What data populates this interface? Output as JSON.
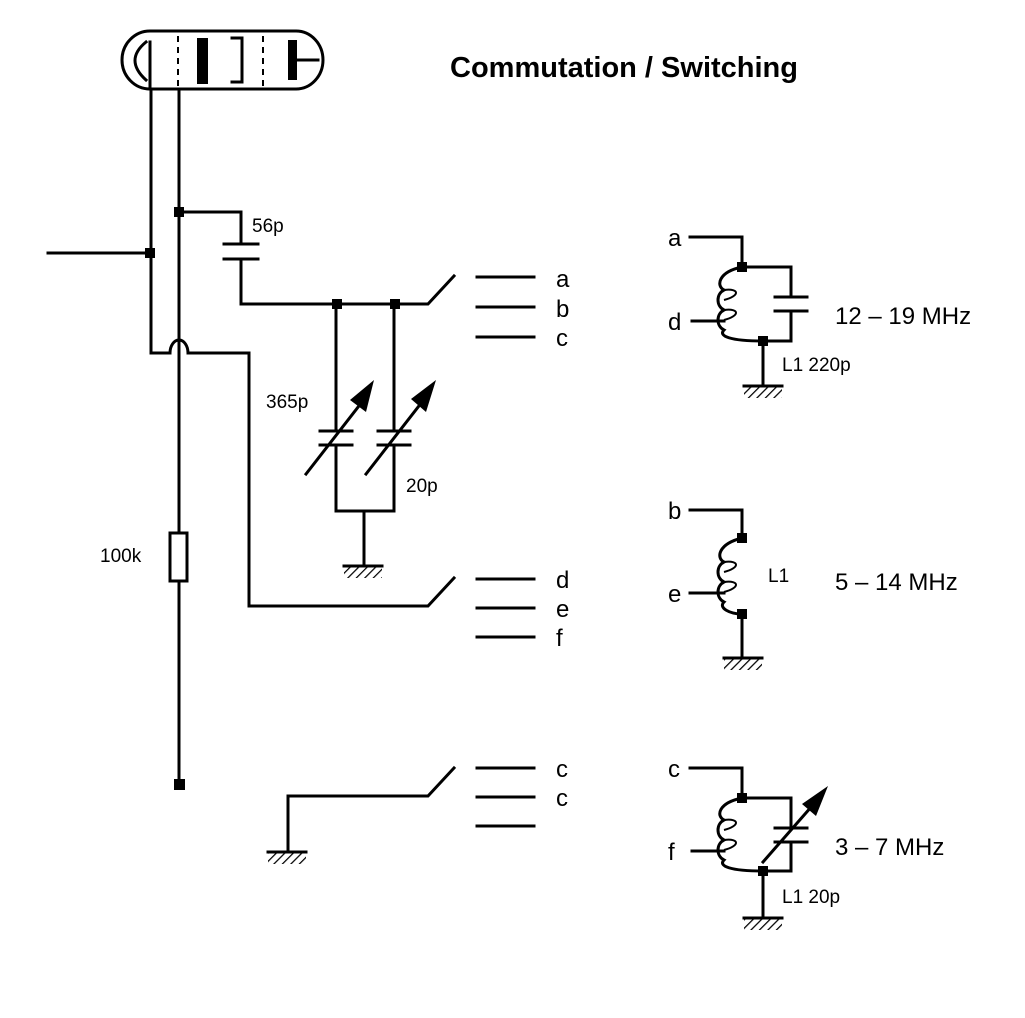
{
  "title": "Commutation / Switching",
  "components": {
    "coupling_cap": "56p",
    "tuning_cap_main": "365p",
    "tuning_cap_trim": "20p",
    "resistor": "100k"
  },
  "switch_contacts": {
    "group1": [
      "a",
      "b",
      "c"
    ],
    "group2": [
      "d",
      "e",
      "f"
    ],
    "group3": [
      "c",
      "c"
    ]
  },
  "bands": [
    {
      "top_tap": "a",
      "mid_tap": "d",
      "label": "L1 220p",
      "range": "12 – 19 MHz"
    },
    {
      "top_tap": "b",
      "mid_tap": "e",
      "label": "L1",
      "range": "5 – 14 MHz"
    },
    {
      "top_tap": "c",
      "mid_tap": "f",
      "label": "L1 20p",
      "range": "3 – 7  MHz"
    }
  ]
}
